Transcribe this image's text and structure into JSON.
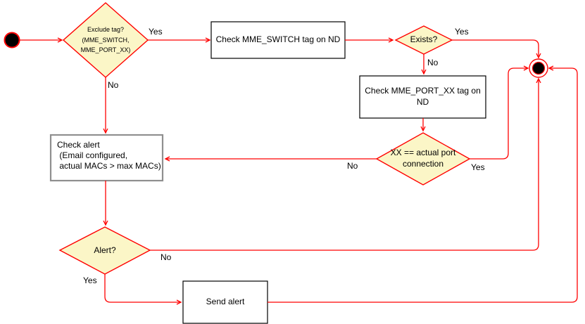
{
  "colors": {
    "edge": "#FF0000",
    "decision_fill": "#FBF6C7",
    "decision_border": "#FF0000",
    "process_fill": "#FFFFFF",
    "process_border": "#000000",
    "alert_process_border": "#8F8F8F",
    "terminal_fill": "#000000"
  },
  "nodes": {
    "decision_exclude_tag": {
      "label": "Exclude tag?\n(MME_SWITCH,\nMME_PORT_XX)"
    },
    "process_check_switch": {
      "label": "Check MME_SWITCH tag on ND"
    },
    "decision_exists": {
      "label": "Exists?"
    },
    "process_check_port": {
      "label": "Check MME_PORT_XX tag on ND"
    },
    "decision_port_match": {
      "label": "XX == actual port\nconnection"
    },
    "process_check_alert": {
      "label": "Check alert\n (Email configured,\n actual MACs > max MACs)"
    },
    "decision_alert": {
      "label": "Alert?"
    },
    "process_send_alert": {
      "label": "Send alert"
    }
  },
  "edge_labels": {
    "exclude_yes": "Yes",
    "exclude_no": "No",
    "exists_yes": "Yes",
    "exists_no": "No",
    "port_match_yes": "Yes",
    "port_match_no": "No",
    "alert_yes": "Yes",
    "alert_no": "No"
  }
}
